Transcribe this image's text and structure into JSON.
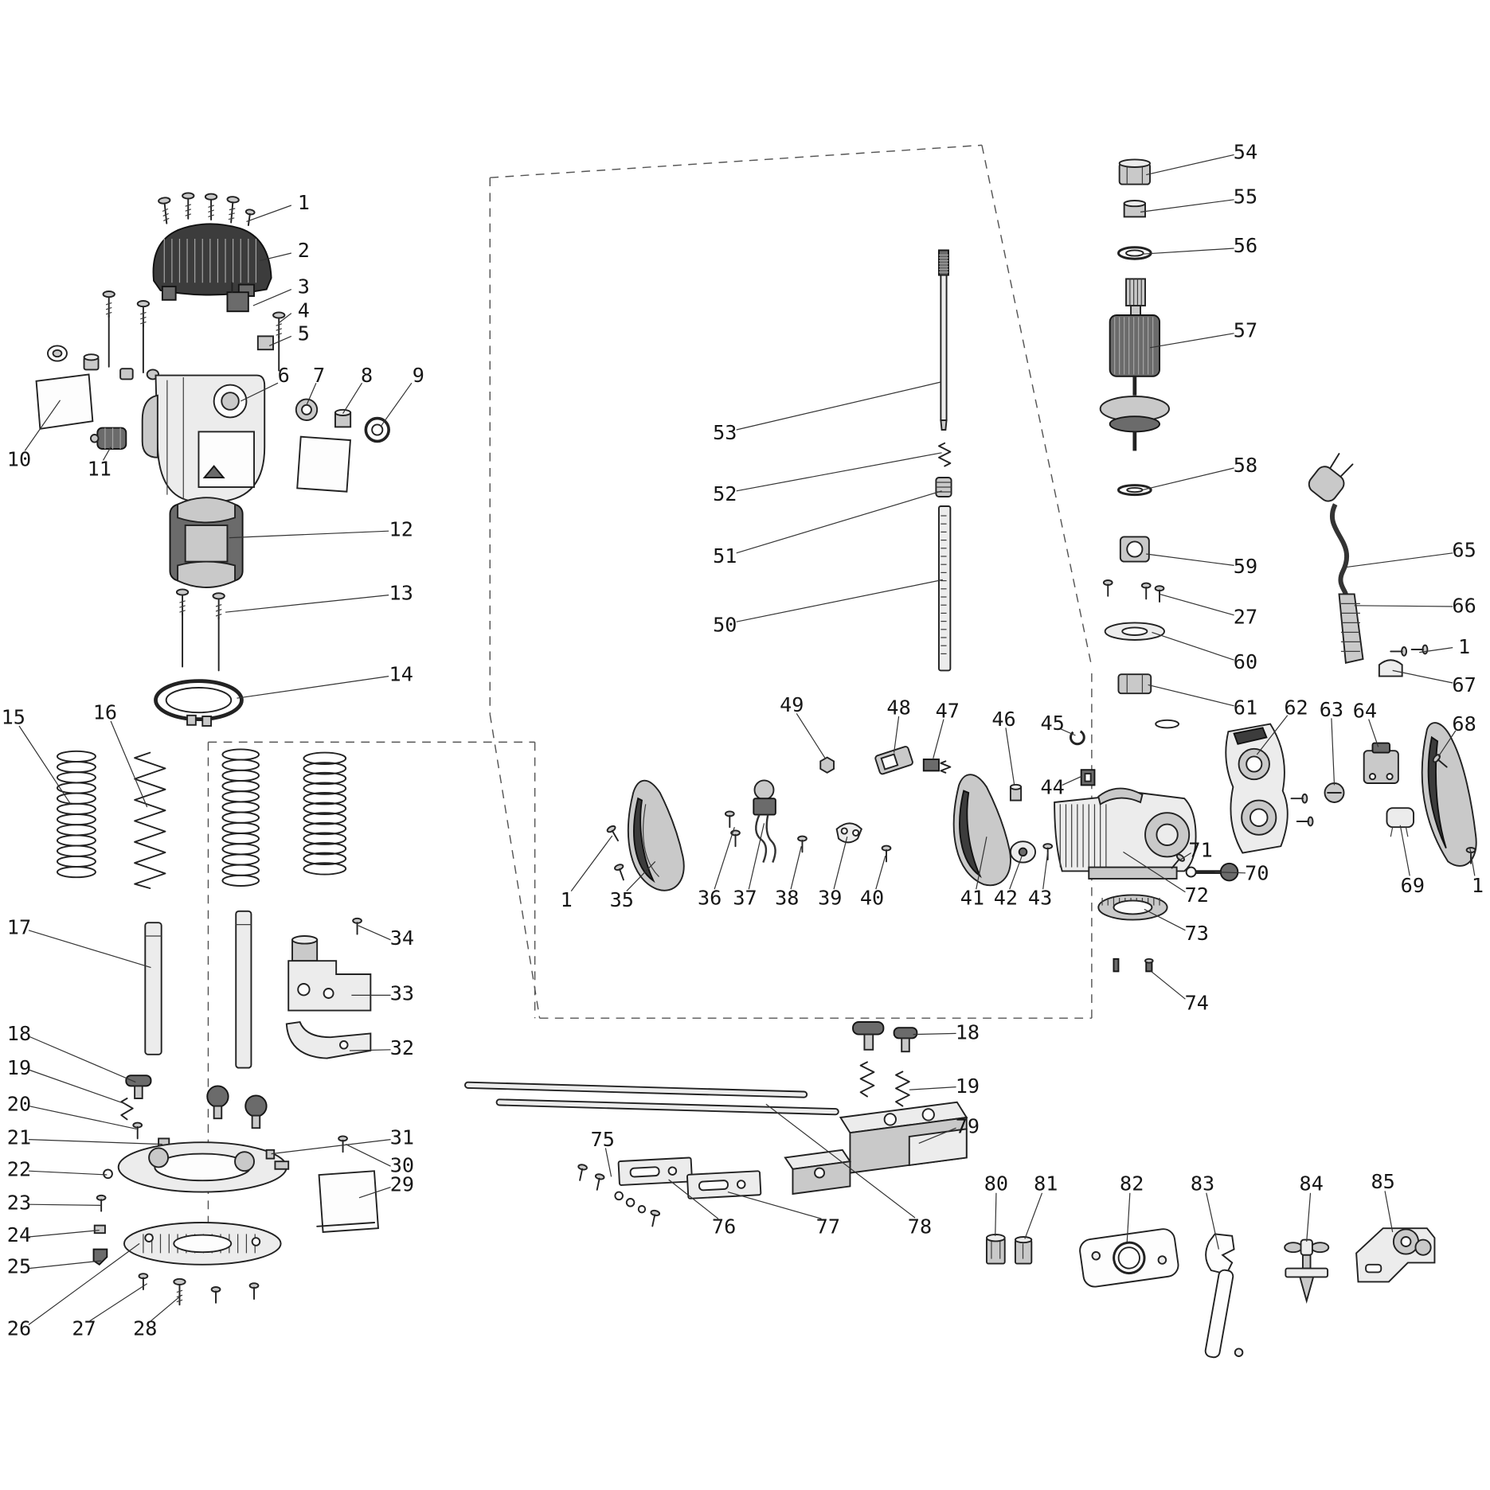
{
  "diagram": {
    "callouts": [
      {
        "n": "1",
        "t": [
          318,
          212
        ],
        "a": [
          305,
          215
        ],
        "b": [
          258,
          232
        ]
      },
      {
        "n": "2",
        "t": [
          318,
          262
        ],
        "a": [
          305,
          265
        ],
        "b": [
          272,
          273
        ]
      },
      {
        "n": "3",
        "t": [
          318,
          300
        ],
        "a": [
          305,
          303
        ],
        "b": [
          265,
          320
        ]
      },
      {
        "n": "4",
        "t": [
          318,
          325
        ],
        "a": [
          305,
          328
        ],
        "b": [
          292,
          338
        ]
      },
      {
        "n": "5",
        "t": [
          318,
          349
        ],
        "a": [
          305,
          352
        ],
        "b": [
          282,
          362
        ]
      },
      {
        "n": "6",
        "t": [
          297,
          393
        ],
        "a": [
          291,
          401
        ],
        "b": [
          252,
          420
        ]
      },
      {
        "n": "7",
        "t": [
          334,
          393
        ],
        "a": [
          331,
          401
        ],
        "b": [
          321,
          424
        ]
      },
      {
        "n": "8",
        "t": [
          384,
          393
        ],
        "a": [
          379,
          401
        ],
        "b": [
          359,
          433
        ]
      },
      {
        "n": "9",
        "t": [
          438,
          393
        ],
        "a": [
          431,
          401
        ],
        "b": [
          399,
          446
        ]
      },
      {
        "n": "10",
        "t": [
          20,
          481
        ],
        "a": [
          26,
          472
        ],
        "b": [
          63,
          419
        ]
      },
      {
        "n": "11",
        "t": [
          104,
          491
        ],
        "a": [
          108,
          482
        ],
        "b": [
          116,
          468
        ]
      },
      {
        "n": "12",
        "t": [
          420,
          554
        ],
        "a": [
          407,
          556
        ],
        "b": [
          240,
          563
        ]
      },
      {
        "n": "13",
        "t": [
          420,
          621
        ],
        "a": [
          407,
          623
        ],
        "b": [
          236,
          641
        ]
      },
      {
        "n": "14",
        "t": [
          420,
          706
        ],
        "a": [
          407,
          708
        ],
        "b": [
          248,
          731
        ]
      },
      {
        "n": "15",
        "t": [
          14,
          751
        ],
        "a": [
          20,
          760
        ],
        "b": [
          74,
          842
        ]
      },
      {
        "n": "16",
        "t": [
          110,
          746
        ],
        "a": [
          116,
          755
        ],
        "b": [
          154,
          845
        ]
      },
      {
        "n": "17",
        "t": [
          20,
          971
        ],
        "a": [
          30,
          974
        ],
        "b": [
          158,
          1013
        ]
      },
      {
        "n": "18",
        "t": [
          20,
          1082
        ],
        "a": [
          30,
          1085
        ],
        "b": [
          142,
          1133
        ]
      },
      {
        "n": "19",
        "t": [
          20,
          1118
        ],
        "a": [
          30,
          1120
        ],
        "b": [
          132,
          1156
        ]
      },
      {
        "n": "20",
        "t": [
          20,
          1156
        ],
        "a": [
          30,
          1158
        ],
        "b": [
          143,
          1182
        ]
      },
      {
        "n": "21",
        "t": [
          20,
          1191
        ],
        "a": [
          30,
          1193
        ],
        "b": [
          170,
          1198
        ]
      },
      {
        "n": "22",
        "t": [
          20,
          1224
        ],
        "a": [
          30,
          1226
        ],
        "b": [
          112,
          1230
        ]
      },
      {
        "n": "23",
        "t": [
          20,
          1259
        ],
        "a": [
          30,
          1261
        ],
        "b": [
          106,
          1262
        ]
      },
      {
        "n": "24",
        "t": [
          20,
          1293
        ],
        "a": [
          30,
          1295
        ],
        "b": [
          104,
          1288
        ]
      },
      {
        "n": "25",
        "t": [
          20,
          1326
        ],
        "a": [
          30,
          1328
        ],
        "b": [
          106,
          1320
        ]
      },
      {
        "n": "26",
        "t": [
          20,
          1391
        ],
        "a": [
          30,
          1387
        ],
        "b": [
          146,
          1302
        ]
      },
      {
        "n": "27",
        "t": [
          88,
          1391
        ],
        "a": [
          94,
          1383
        ],
        "b": [
          154,
          1344
        ]
      },
      {
        "n": "28",
        "t": [
          152,
          1391
        ],
        "a": [
          158,
          1383
        ],
        "b": [
          190,
          1356
        ]
      },
      {
        "n": "34",
        "t": [
          421,
          982
        ],
        "a": [
          409,
          984
        ],
        "b": [
          375,
          969
        ]
      },
      {
        "n": "33",
        "t": [
          421,
          1040
        ],
        "a": [
          409,
          1042
        ],
        "b": [
          368,
          1042
        ]
      },
      {
        "n": "32",
        "t": [
          421,
          1097
        ],
        "a": [
          409,
          1099
        ],
        "b": [
          366,
          1100
        ]
      },
      {
        "n": "31",
        "t": [
          421,
          1191
        ],
        "a": [
          409,
          1193
        ],
        "b": [
          284,
          1208
        ]
      },
      {
        "n": "30",
        "t": [
          421,
          1220
        ],
        "a": [
          409,
          1221
        ],
        "b": [
          362,
          1198
        ]
      },
      {
        "n": "29",
        "t": [
          421,
          1240
        ],
        "a": [
          409,
          1243
        ],
        "b": [
          376,
          1254
        ]
      },
      {
        "n": "53",
        "t": [
          759,
          453
        ],
        "a": [
          771,
          450
        ],
        "b": [
          985,
          400
        ]
      },
      {
        "n": "52",
        "t": [
          759,
          517
        ],
        "a": [
          771,
          514
        ],
        "b": [
          986,
          474
        ]
      },
      {
        "n": "51",
        "t": [
          759,
          582
        ],
        "a": [
          771,
          579
        ],
        "b": [
          986,
          514
        ]
      },
      {
        "n": "50",
        "t": [
          759,
          654
        ],
        "a": [
          771,
          651
        ],
        "b": [
          987,
          607
        ]
      },
      {
        "n": "54",
        "t": [
          1304,
          159
        ],
        "a": [
          1292,
          162
        ],
        "b": [
          1200,
          183
        ]
      },
      {
        "n": "55",
        "t": [
          1304,
          206
        ],
        "a": [
          1292,
          209
        ],
        "b": [
          1194,
          222
        ]
      },
      {
        "n": "56",
        "t": [
          1304,
          257
        ],
        "a": [
          1292,
          260
        ],
        "b": [
          1196,
          266
        ]
      },
      {
        "n": "57",
        "t": [
          1304,
          346
        ],
        "a": [
          1292,
          349
        ],
        "b": [
          1204,
          364
        ]
      },
      {
        "n": "58",
        "t": [
          1304,
          487
        ],
        "a": [
          1292,
          490
        ],
        "b": [
          1196,
          513
        ]
      },
      {
        "n": "59",
        "t": [
          1304,
          593
        ],
        "a": [
          1292,
          592
        ],
        "b": [
          1200,
          580
        ]
      },
      {
        "n": "27",
        "t": [
          1304,
          646
        ],
        "a": [
          1292,
          644
        ],
        "b": [
          1214,
          622
        ]
      },
      {
        "n": "60",
        "t": [
          1304,
          693
        ],
        "a": [
          1292,
          691
        ],
        "b": [
          1206,
          662
        ]
      },
      {
        "n": "61",
        "t": [
          1304,
          741
        ],
        "a": [
          1292,
          739
        ],
        "b": [
          1202,
          717
        ]
      },
      {
        "n": "65",
        "t": [
          1533,
          576
        ],
        "a": [
          1521,
          579
        ],
        "b": [
          1408,
          594
        ]
      },
      {
        "n": "66",
        "t": [
          1533,
          634
        ],
        "a": [
          1521,
          635
        ],
        "b": [
          1418,
          634
        ]
      },
      {
        "n": "1",
        "t": [
          1533,
          677
        ],
        "a": [
          1521,
          678
        ],
        "b": [
          1486,
          683
        ]
      },
      {
        "n": "67",
        "t": [
          1533,
          717
        ],
        "a": [
          1521,
          715
        ],
        "b": [
          1458,
          702
        ]
      },
      {
        "n": "49",
        "t": [
          829,
          738
        ],
        "a": [
          834,
          747
        ],
        "b": [
          864,
          794
        ]
      },
      {
        "n": "48",
        "t": [
          941,
          741
        ],
        "a": [
          941,
          750
        ],
        "b": [
          936,
          788
        ]
      },
      {
        "n": "47",
        "t": [
          992,
          744
        ],
        "a": [
          988,
          753
        ],
        "b": [
          977,
          794
        ]
      },
      {
        "n": "46",
        "t": [
          1051,
          753
        ],
        "a": [
          1053,
          762
        ],
        "b": [
          1062,
          822
        ]
      },
      {
        "n": "45",
        "t": [
          1102,
          757
        ],
        "a": [
          1110,
          763
        ],
        "b": [
          1126,
          770
        ]
      },
      {
        "n": "44",
        "t": [
          1102,
          824
        ],
        "a": [
          1112,
          822
        ],
        "b": [
          1132,
          813
        ]
      },
      {
        "n": "62",
        "t": [
          1357,
          741
        ],
        "a": [
          1348,
          749
        ],
        "b": [
          1316,
          790
        ]
      },
      {
        "n": "63",
        "t": [
          1394,
          743
        ],
        "a": [
          1394,
          752
        ],
        "b": [
          1397,
          822
        ]
      },
      {
        "n": "64",
        "t": [
          1429,
          744
        ],
        "a": [
          1433,
          753
        ],
        "b": [
          1443,
          782
        ]
      },
      {
        "n": "68",
        "t": [
          1533,
          758
        ],
        "a": [
          1524,
          765
        ],
        "b": [
          1506,
          792
        ]
      },
      {
        "n": "69",
        "t": [
          1479,
          927
        ],
        "a": [
          1476,
          917
        ],
        "b": [
          1466,
          864
        ]
      },
      {
        "n": "1",
        "t": [
          1547,
          927
        ],
        "a": [
          1544,
          917
        ],
        "b": [
          1539,
          888
        ]
      },
      {
        "n": "1",
        "t": [
          593,
          942
        ],
        "a": [
          598,
          933
        ],
        "b": [
          641,
          875
        ]
      },
      {
        "n": "35",
        "t": [
          651,
          942
        ],
        "a": [
          656,
          933
        ],
        "b": [
          686,
          902
        ]
      },
      {
        "n": "36",
        "t": [
          743,
          940
        ],
        "a": [
          748,
          931
        ],
        "b": [
          769,
          866
        ]
      },
      {
        "n": "37",
        "t": [
          780,
          940
        ],
        "a": [
          784,
          931
        ],
        "b": [
          800,
          862
        ]
      },
      {
        "n": "38",
        "t": [
          824,
          940
        ],
        "a": [
          828,
          931
        ],
        "b": [
          839,
          886
        ]
      },
      {
        "n": "39",
        "t": [
          869,
          940
        ],
        "a": [
          873,
          931
        ],
        "b": [
          887,
          876
        ]
      },
      {
        "n": "40",
        "t": [
          913,
          940
        ],
        "a": [
          917,
          931
        ],
        "b": [
          927,
          896
        ]
      },
      {
        "n": "41",
        "t": [
          1018,
          940
        ],
        "a": [
          1022,
          931
        ],
        "b": [
          1033,
          876
        ]
      },
      {
        "n": "42",
        "t": [
          1053,
          940
        ],
        "a": [
          1057,
          931
        ],
        "b": [
          1070,
          896
        ]
      },
      {
        "n": "43",
        "t": [
          1089,
          940
        ],
        "a": [
          1092,
          931
        ],
        "b": [
          1097,
          892
        ]
      },
      {
        "n": "70",
        "t": [
          1316,
          914
        ],
        "a": [
          1304,
          914
        ],
        "b": [
          1272,
          913
        ]
      },
      {
        "n": "71",
        "t": [
          1257,
          890
        ],
        "a": [
          1247,
          893
        ],
        "b": [
          1236,
          900
        ]
      },
      {
        "n": "72",
        "t": [
          1253,
          937
        ],
        "a": [
          1241,
          934
        ],
        "b": [
          1176,
          892
        ]
      },
      {
        "n": "73",
        "t": [
          1253,
          977
        ],
        "a": [
          1241,
          974
        ],
        "b": [
          1198,
          952
        ]
      },
      {
        "n": "74",
        "t": [
          1253,
          1050
        ],
        "a": [
          1241,
          1046
        ],
        "b": [
          1204,
          1016
        ]
      },
      {
        "n": "18",
        "t": [
          1013,
          1081
        ],
        "a": [
          1001,
          1082
        ],
        "b": [
          956,
          1083
        ]
      },
      {
        "n": "19",
        "t": [
          1013,
          1137
        ],
        "a": [
          1001,
          1138
        ],
        "b": [
          952,
          1141
        ]
      },
      {
        "n": "79",
        "t": [
          1013,
          1179
        ],
        "a": [
          1001,
          1181
        ],
        "b": [
          962,
          1197
        ]
      },
      {
        "n": "75",
        "t": [
          631,
          1193
        ],
        "a": [
          634,
          1202
        ],
        "b": [
          640,
          1232
        ]
      },
      {
        "n": "76",
        "t": [
          758,
          1284
        ],
        "a": [
          752,
          1276
        ],
        "b": [
          700,
          1235
        ]
      },
      {
        "n": "77",
        "t": [
          867,
          1284
        ],
        "a": [
          860,
          1276
        ],
        "b": [
          762,
          1248
        ]
      },
      {
        "n": "78",
        "t": [
          963,
          1284
        ],
        "a": [
          958,
          1275
        ],
        "b": [
          802,
          1156
        ]
      },
      {
        "n": "80",
        "t": [
          1043,
          1239
        ],
        "a": [
          1043,
          1249
        ],
        "b": [
          1042,
          1294
        ]
      },
      {
        "n": "81",
        "t": [
          1095,
          1239
        ],
        "a": [
          1091,
          1249
        ],
        "b": [
          1073,
          1297
        ]
      },
      {
        "n": "82",
        "t": [
          1185,
          1239
        ],
        "a": [
          1183,
          1249
        ],
        "b": [
          1180,
          1300
        ]
      },
      {
        "n": "83",
        "t": [
          1259,
          1239
        ],
        "a": [
          1263,
          1249
        ],
        "b": [
          1276,
          1308
        ]
      },
      {
        "n": "84",
        "t": [
          1373,
          1239
        ],
        "a": [
          1372,
          1249
        ],
        "b": [
          1368,
          1300
        ]
      },
      {
        "n": "85",
        "t": [
          1448,
          1237
        ],
        "a": [
          1450,
          1247
        ],
        "b": [
          1458,
          1290
        ]
      }
    ]
  }
}
